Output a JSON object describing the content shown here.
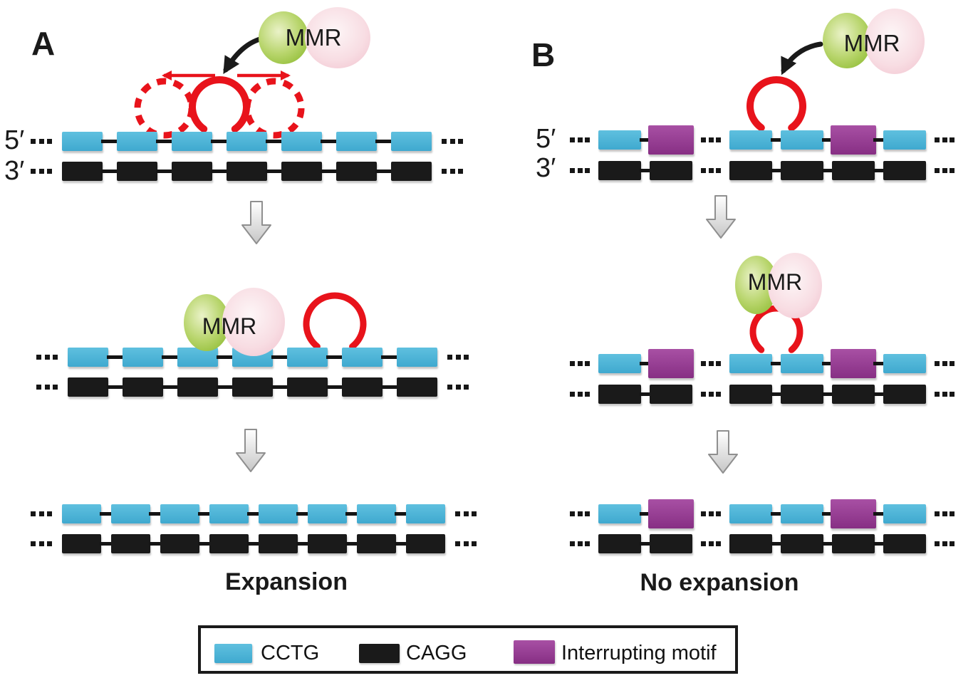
{
  "colors": {
    "cctg_blue_light": "#5fc0df",
    "cctg_blue": "#3fa9cf",
    "cagg_black": "#1a1a1a",
    "motif_purple_light": "#a850a4",
    "motif_purple": "#872f84",
    "loop_red": "#e8131b",
    "ink": "#1a1a1a",
    "mmr_green_center": "#eaf2c8",
    "mmr_green_mid": "#b8d56c",
    "mmr_green_edge": "#8cba30",
    "mmr_pink_center": "#fdf6f7",
    "mmr_pink_mid": "#f8dde3",
    "mmr_pink_edge": "#f1c3cf",
    "process_arrow_top": "#ffffff",
    "process_arrow_bottom": "#c6c6c6",
    "process_arrow_border": "#8f8f8f"
  },
  "panelA": {
    "label": "A",
    "five_prime_label": "5′",
    "three_prime_label": "3′",
    "mmr_label": "MMR",
    "result_label": "Expansion"
  },
  "panelB": {
    "label": "B",
    "five_prime_label": "5′",
    "three_prime_label": "3′",
    "mmr_label": "MMR",
    "result_label": "No expansion"
  },
  "legend": {
    "cctg_label": "CCTG",
    "cagg_label": "CAGG",
    "motif_label": "Interrupting motif"
  },
  "strands": {
    "a_repeat_tract": {
      "sense": [
        "dots",
        "cctg",
        "cctg",
        "cctg",
        "cctg",
        "cctg",
        "cctg",
        "cctg",
        "dots"
      ],
      "antisense": [
        "dots",
        "cagg",
        "cagg",
        "cagg",
        "cagg",
        "cagg",
        "cagg",
        "cagg",
        "dots"
      ]
    },
    "a_expanded_tract": {
      "sense": [
        "dots",
        "cctg",
        "cctg",
        "cctg",
        "cctg",
        "cctg",
        "cctg",
        "cctg",
        "cctg",
        "dots"
      ],
      "antisense": [
        "dots",
        "cagg",
        "cagg",
        "cagg",
        "cagg",
        "cagg",
        "cagg",
        "cagg",
        "cagg",
        "dots"
      ]
    },
    "b_interrupted_tract": {
      "sense": [
        "dots",
        "cctg",
        "motif",
        "dots",
        "cctg",
        "cctg",
        "motif",
        "cctg",
        "dots"
      ],
      "antisense": [
        "dots",
        "cagg",
        "cagg",
        "dots",
        "cagg",
        "cagg",
        "cagg",
        "cagg",
        "dots"
      ]
    }
  }
}
